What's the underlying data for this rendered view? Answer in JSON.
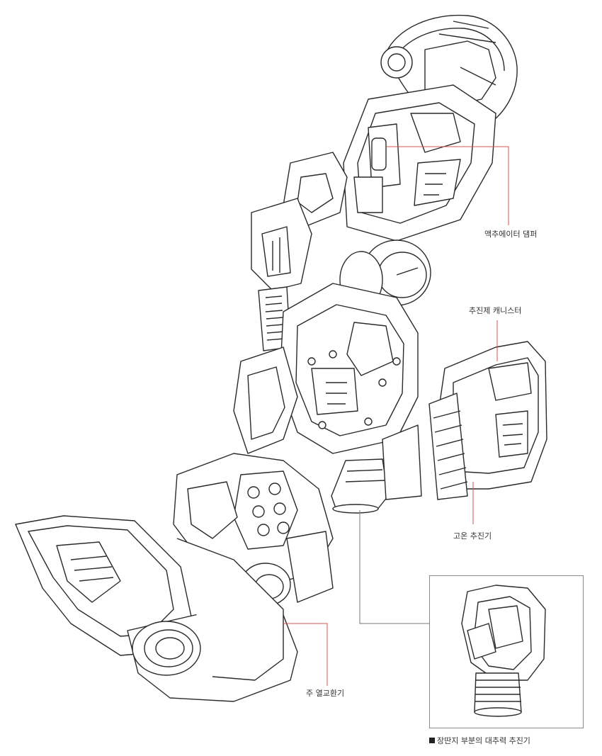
{
  "labels": {
    "actuator_damper": "액추에이터 댐퍼",
    "propellant_canister": "추진제 캐니스터",
    "high_temp_thruster": "고온 추진기",
    "main_heat_exchanger": "주 열교환기"
  },
  "inset": {
    "caption": "장딴지 부분의 대추력 추진기",
    "marker": "■"
  },
  "colors": {
    "leader_line": "#d9534f",
    "leader_line_dark": "#777777",
    "ink": "#2a2a2a",
    "frame": "#8a8a8a"
  }
}
